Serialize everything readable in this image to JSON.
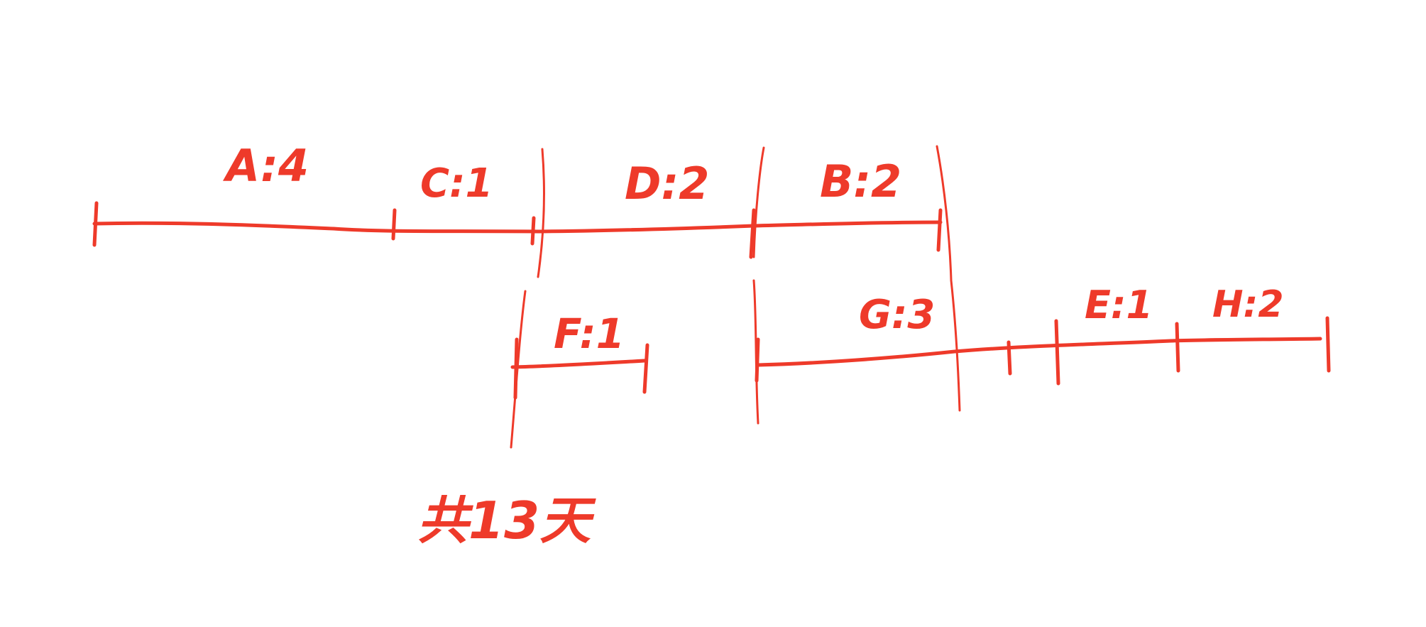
{
  "color": "#ee3a2a",
  "labels": {
    "a": "A:4",
    "c": "C:1",
    "d": "D:2",
    "b": "B:2",
    "f": "F:1",
    "g": "G:3",
    "e": "E:1",
    "h": "H:2"
  },
  "note": "共13天"
}
